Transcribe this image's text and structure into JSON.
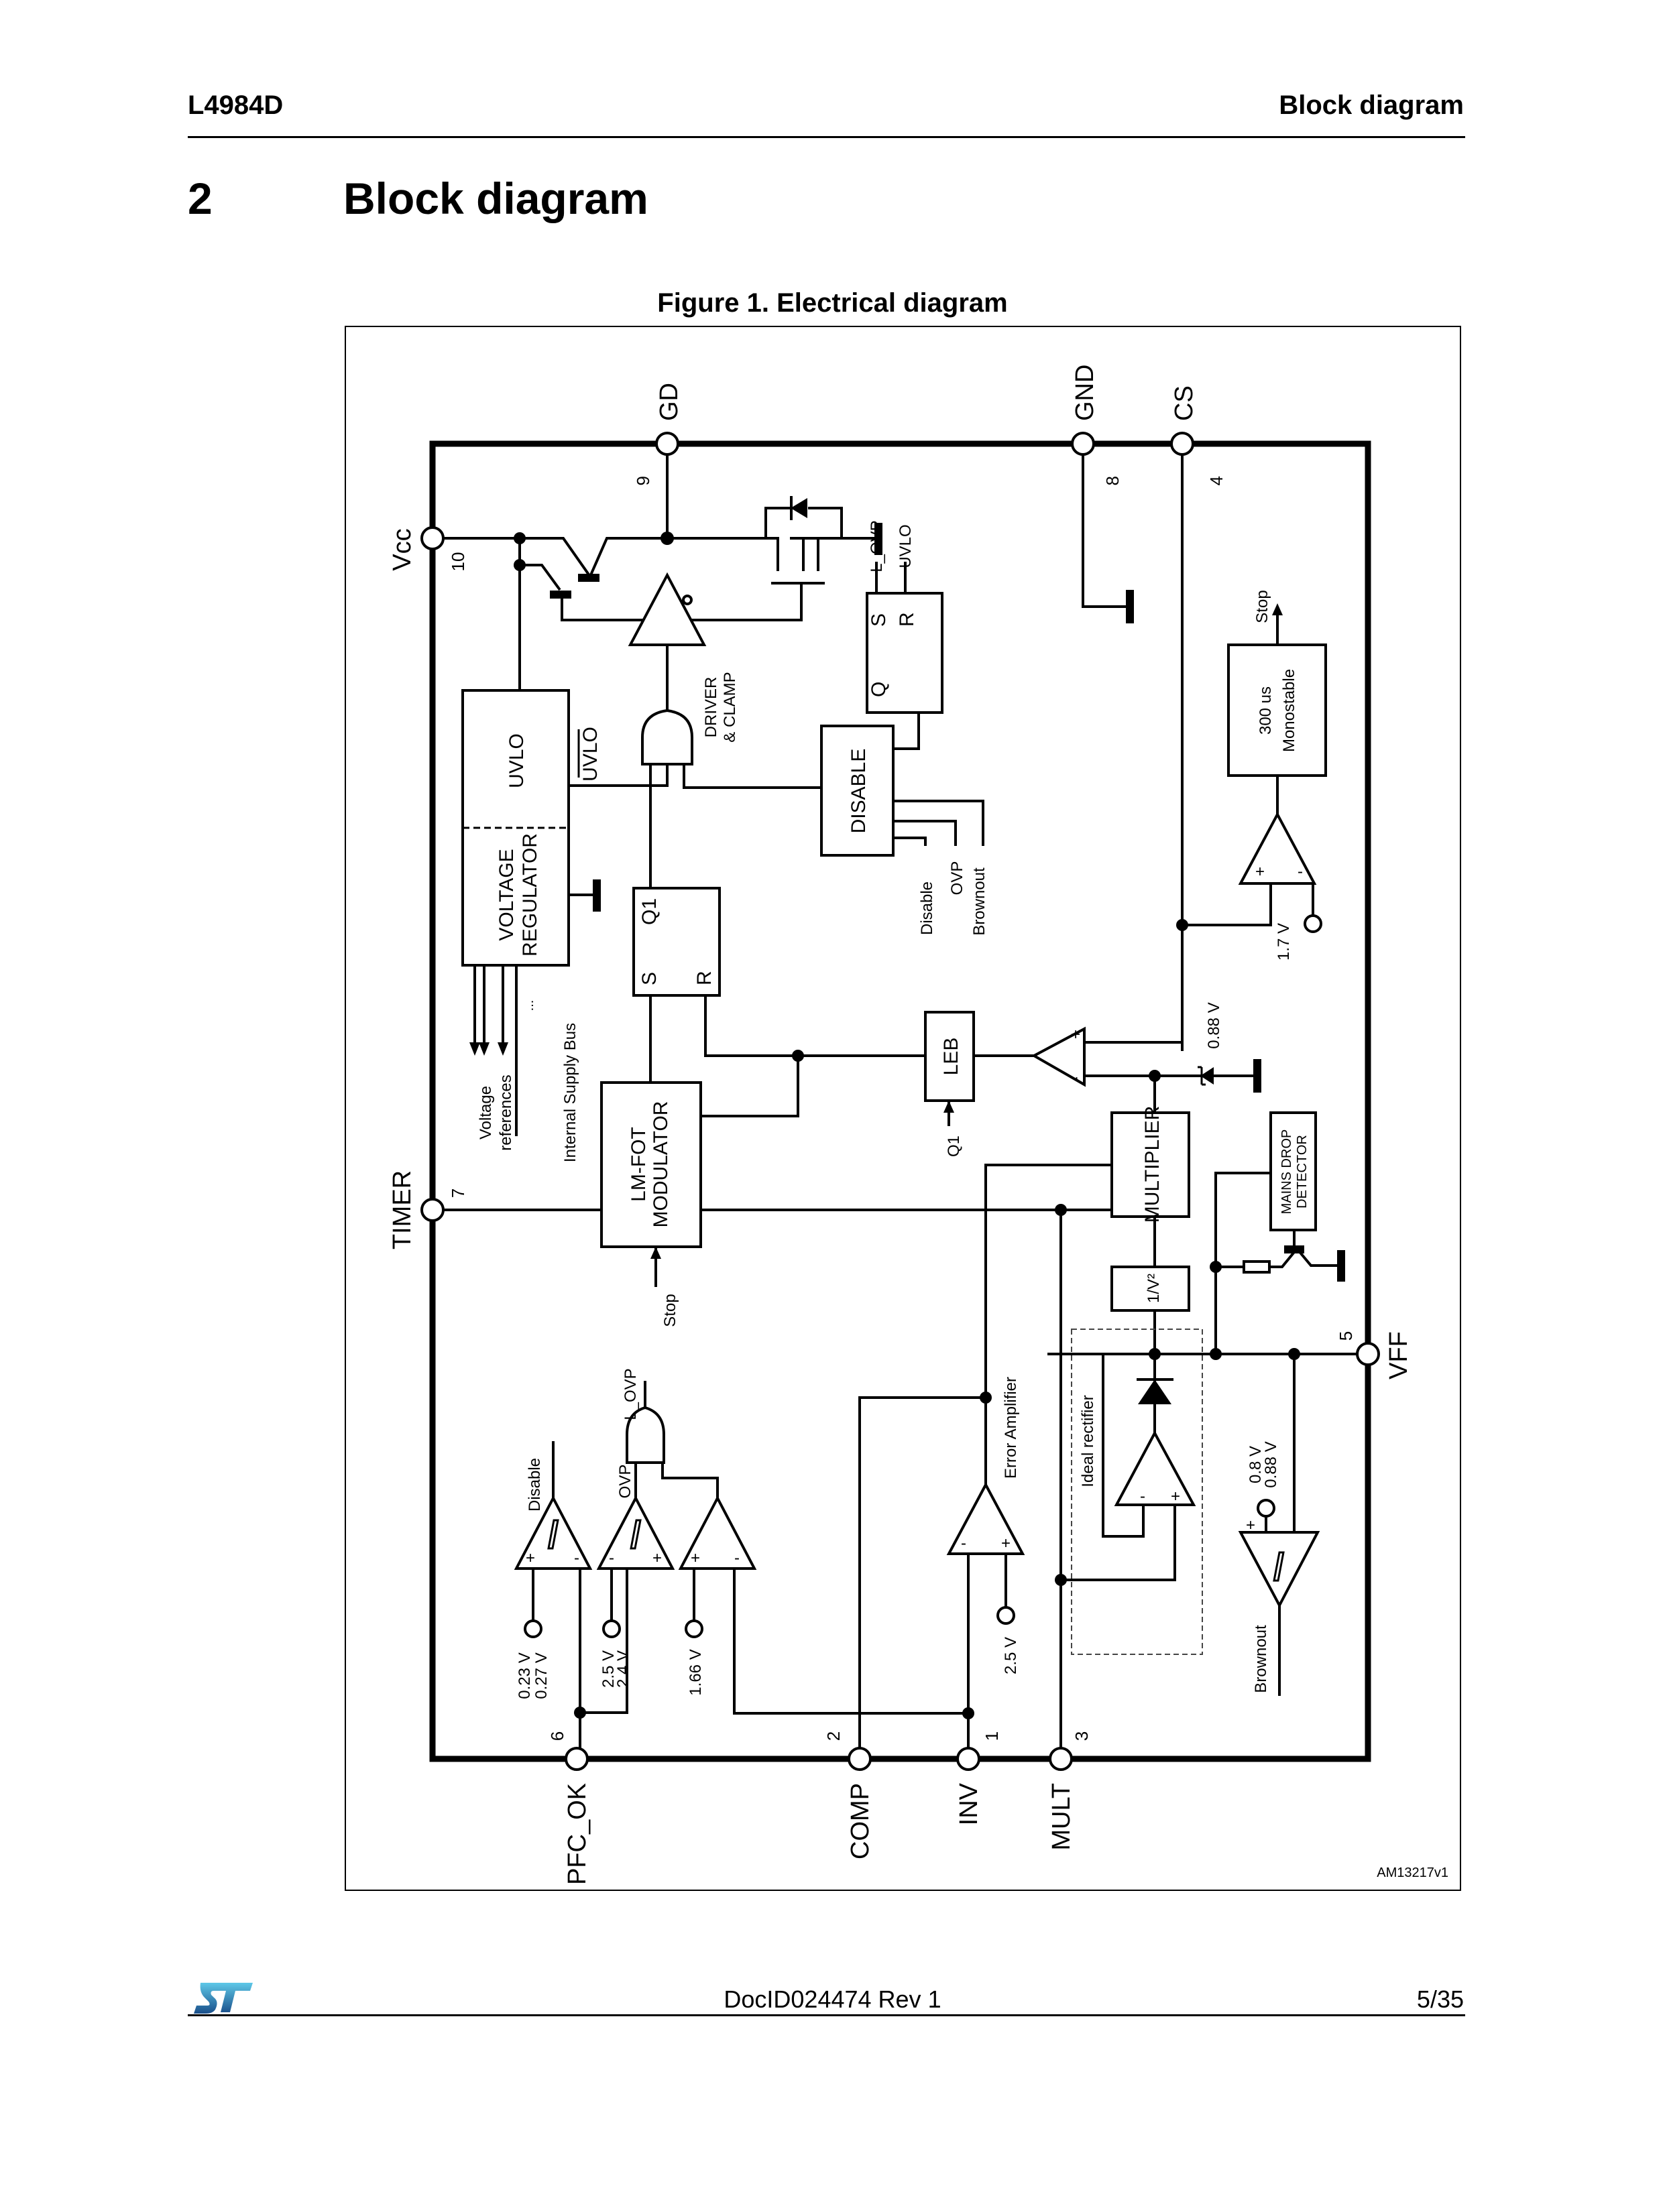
{
  "header": {
    "part_number": "L4984D",
    "section_name": "Block diagram"
  },
  "section": {
    "number": "2",
    "title": "Block diagram"
  },
  "figure": {
    "caption": "Figure 1. Electrical diagram",
    "id": "AM13217v1",
    "pins": {
      "gd": {
        "name": "GD",
        "number": "9"
      },
      "gnd": {
        "name": "GND",
        "number": "8"
      },
      "cs": {
        "name": "CS",
        "number": "4"
      },
      "vcc": {
        "name": "Vcc",
        "number": "10"
      },
      "timer": {
        "name": "TIMER",
        "number": "7"
      },
      "vff": {
        "name": "VFF",
        "number": "5"
      },
      "pfc_ok": {
        "name": "PFC_OK",
        "number": "6"
      },
      "comp": {
        "name": "COMP",
        "number": "2"
      },
      "inv": {
        "name": "INV",
        "number": "1"
      },
      "mult": {
        "name": "MULT",
        "number": "3"
      }
    },
    "blocks": {
      "uvlo": "UVLO",
      "uvlo_bar": "UVLO",
      "voltage_regulator_l1": "VOLTAGE",
      "voltage_regulator_l2": "REGULATOR",
      "driver_l1": "DRIVER",
      "driver_l2": "& CLAMP",
      "disable": "DISABLE",
      "sr_latch_top": {
        "s": "S",
        "r": "R",
        "q": "Q"
      },
      "sr_latch_mid": {
        "s": "S",
        "r": "R",
        "q": "Q1"
      },
      "monostable_l1": "300 us",
      "monostable_l2": "Monostable",
      "leb": "LEB",
      "multiplier": "MULTIPLIER",
      "inv_v2": "1/V²",
      "lmfot_l1": "LM-FOT",
      "lmfot_l2": "MODULATOR",
      "mains_l1": "MAINS DROP",
      "mains_l2": "DETECTOR",
      "ideal_rectifier": "Ideal rectifier",
      "error_amplifier": "Error Amplifier"
    },
    "signals": {
      "l_ovp_top": "L_OVP",
      "uvlo_top": "UVLO",
      "disable": "Disable",
      "ovp": "OVP",
      "brownout": "Brownout",
      "stop_mono": "Stop",
      "stop_mod": "Stop",
      "q1": "Q1",
      "voltage_ref_l1": "Voltage",
      "voltage_ref_l2": "references",
      "internal_bus": "Internal Supply Bus",
      "ellipsis": "...",
      "l_ovp_bottom": "L_OVP",
      "disable_bottom": "Disable",
      "ovp_bottom": "OVP",
      "brownout_bottom": "Brownout",
      "plus": "+",
      "minus": "-"
    },
    "references": {
      "cs_comp": "1.7 V",
      "zener": "0.88 V",
      "brownout_l1": "0.8 V",
      "brownout_l2": "0.88 V",
      "disable_l1": "0.23 V",
      "disable_l2": "0.27 V",
      "ovp_l1": "2.5 V",
      "ovp_l2": "2.4 V",
      "lovp": "1.66 V",
      "ea": "2.5 V"
    }
  },
  "footer": {
    "logo": "st-logo",
    "doc_id": "DocID024474 Rev 1",
    "page": "5/35"
  }
}
